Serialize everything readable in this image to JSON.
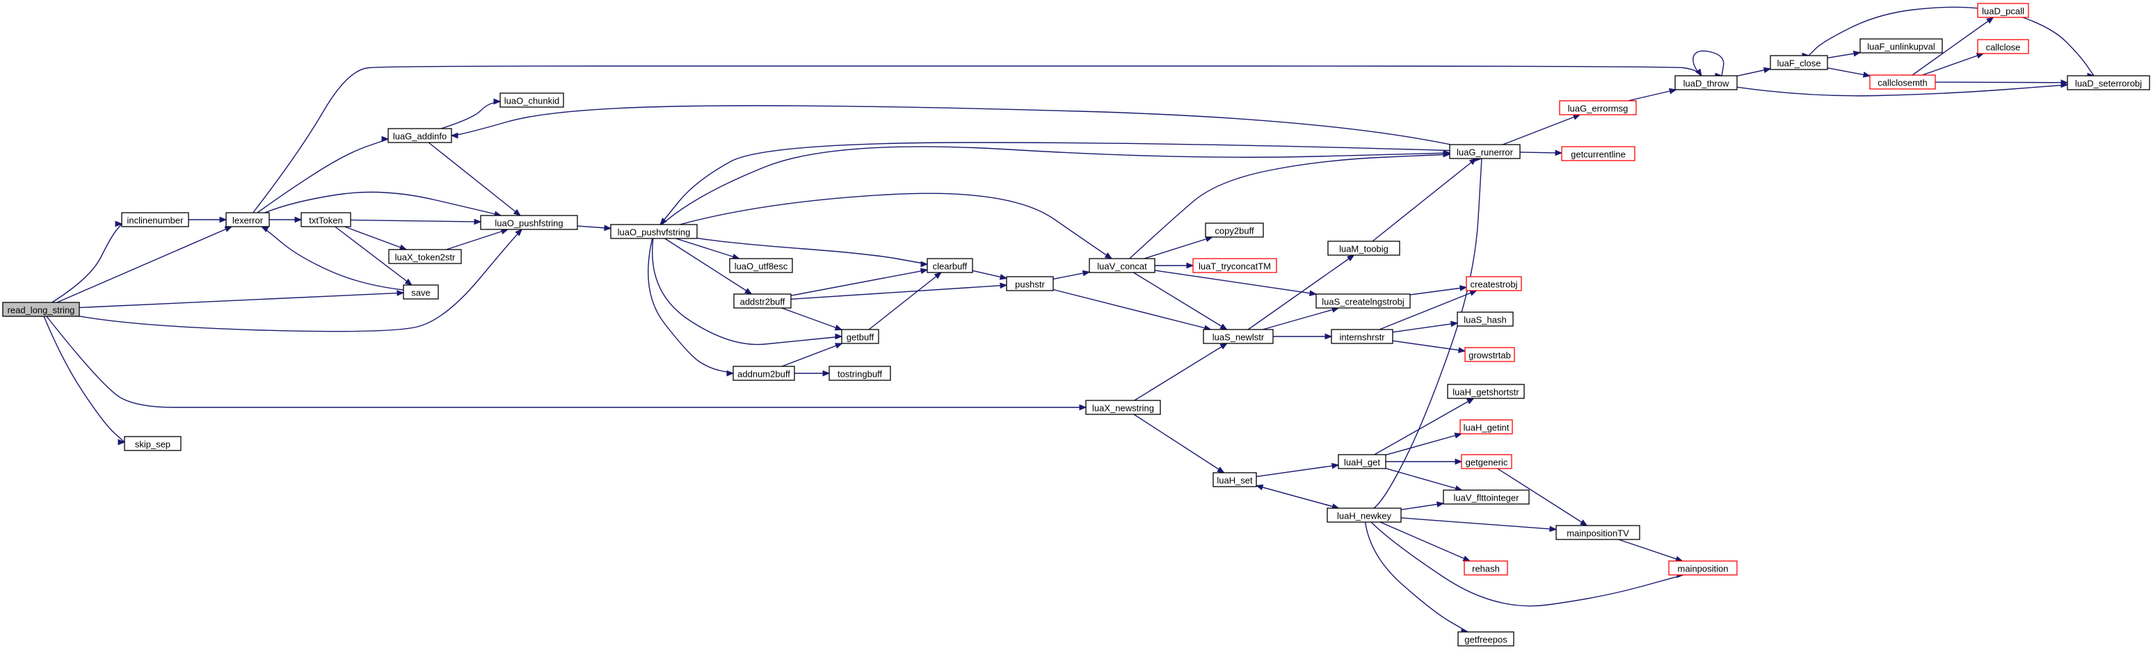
{
  "colors": {
    "edge": "#191970",
    "root_fill": "#bfbfbf",
    "node_border": "#000000",
    "truncated_border": "#ff0000"
  },
  "nodes": [
    {
      "id": "read_long_string",
      "label": "read_long_string",
      "root": true
    },
    {
      "id": "inclinenumber",
      "label": "inclinenumber"
    },
    {
      "id": "lexerror",
      "label": "lexerror"
    },
    {
      "id": "save",
      "label": "save"
    },
    {
      "id": "skip_sep",
      "label": "skip_sep"
    },
    {
      "id": "txtToken",
      "label": "txtToken"
    },
    {
      "id": "luaG_addinfo",
      "label": "luaG_addinfo"
    },
    {
      "id": "luaO_chunkid",
      "label": "luaO_chunkid"
    },
    {
      "id": "luaO_pushfstring",
      "label": "luaO_pushfstring"
    },
    {
      "id": "luaX_token2str",
      "label": "luaX_token2str"
    },
    {
      "id": "luaO_pushvfstring",
      "label": "luaO_pushvfstring"
    },
    {
      "id": "luaO_utf8esc",
      "label": "luaO_utf8esc"
    },
    {
      "id": "addstr2buff",
      "label": "addstr2buff"
    },
    {
      "id": "addnum2buff",
      "label": "addnum2buff"
    },
    {
      "id": "tostringbuff",
      "label": "tostringbuff"
    },
    {
      "id": "clearbuff",
      "label": "clearbuff"
    },
    {
      "id": "getbuff",
      "label": "getbuff"
    },
    {
      "id": "pushstr",
      "label": "pushstr"
    },
    {
      "id": "luaV_concat",
      "label": "luaV_concat"
    },
    {
      "id": "copy2buff",
      "label": "copy2buff"
    },
    {
      "id": "luaT_tryconcatTM",
      "label": "luaT_tryconcatTM",
      "truncated": true
    },
    {
      "id": "luaX_newstring",
      "label": "luaX_newstring"
    },
    {
      "id": "luaS_newlstr",
      "label": "luaS_newlstr"
    },
    {
      "id": "luaH_set",
      "label": "luaH_set"
    },
    {
      "id": "luaM_toobig",
      "label": "luaM_toobig"
    },
    {
      "id": "luaS_createlngstrobj",
      "label": "luaS_createlngstrobj"
    },
    {
      "id": "internshrstr",
      "label": "internshrstr"
    },
    {
      "id": "luaH_get",
      "label": "luaH_get"
    },
    {
      "id": "luaH_newkey",
      "label": "luaH_newkey"
    },
    {
      "id": "luaG_runerror",
      "label": "luaG_runerror"
    },
    {
      "id": "luaG_errormsg",
      "label": "luaG_errormsg",
      "truncated": true
    },
    {
      "id": "getcurrentline",
      "label": "getcurrentline",
      "truncated": true
    },
    {
      "id": "createstrobj",
      "label": "createstrobj",
      "truncated": true
    },
    {
      "id": "luaS_hash",
      "label": "luaS_hash"
    },
    {
      "id": "growstrtab",
      "label": "growstrtab",
      "truncated": true
    },
    {
      "id": "luaH_getshortstr",
      "label": "luaH_getshortstr"
    },
    {
      "id": "luaH_getint",
      "label": "luaH_getint",
      "truncated": true
    },
    {
      "id": "getgeneric",
      "label": "getgeneric",
      "truncated": true
    },
    {
      "id": "luaV_flttointeger",
      "label": "luaV_flttointeger"
    },
    {
      "id": "mainpositionTV",
      "label": "mainpositionTV"
    },
    {
      "id": "rehash",
      "label": "rehash",
      "truncated": true
    },
    {
      "id": "getfreepos",
      "label": "getfreepos"
    },
    {
      "id": "mainposition",
      "label": "mainposition",
      "truncated": true
    },
    {
      "id": "luaD_throw",
      "label": "luaD_throw"
    },
    {
      "id": "luaF_close",
      "label": "luaF_close"
    },
    {
      "id": "luaF_unlinkupval",
      "label": "luaF_unlinkupval"
    },
    {
      "id": "callclosemth",
      "label": "callclosemth",
      "truncated": true
    },
    {
      "id": "luaD_pcall",
      "label": "luaD_pcall",
      "truncated": true
    },
    {
      "id": "callclose",
      "label": "callclose",
      "truncated": true
    },
    {
      "id": "luaD_seterrorobj",
      "label": "luaD_seterrorobj"
    }
  ],
  "edges": [
    {
      "from": "read_long_string",
      "to": "inclinenumber"
    },
    {
      "from": "read_long_string",
      "to": "lexerror"
    },
    {
      "from": "read_long_string",
      "to": "save"
    },
    {
      "from": "read_long_string",
      "to": "luaO_pushfstring"
    },
    {
      "from": "read_long_string",
      "to": "skip_sep"
    },
    {
      "from": "read_long_string",
      "to": "luaX_newstring"
    },
    {
      "from": "inclinenumber",
      "to": "lexerror"
    },
    {
      "from": "lexerror",
      "to": "luaD_throw"
    },
    {
      "from": "lexerror",
      "to": "luaG_addinfo"
    },
    {
      "from": "lexerror",
      "to": "luaO_pushfstring"
    },
    {
      "from": "lexerror",
      "to": "txtToken"
    },
    {
      "from": "save",
      "to": "lexerror"
    },
    {
      "from": "txtToken",
      "to": "luaO_pushfstring"
    },
    {
      "from": "txtToken",
      "to": "luaX_token2str"
    },
    {
      "from": "txtToken",
      "to": "save"
    },
    {
      "from": "luaG_addinfo",
      "to": "luaO_chunkid"
    },
    {
      "from": "luaG_addinfo",
      "to": "luaO_pushfstring"
    },
    {
      "from": "luaX_token2str",
      "to": "luaO_pushfstring"
    },
    {
      "from": "luaO_pushfstring",
      "to": "luaO_pushvfstring"
    },
    {
      "from": "luaO_pushvfstring",
      "to": "addnum2buff"
    },
    {
      "from": "luaO_pushvfstring",
      "to": "addstr2buff"
    },
    {
      "from": "luaO_pushvfstring",
      "to": "clearbuff"
    },
    {
      "from": "luaO_pushvfstring",
      "to": "getbuff"
    },
    {
      "from": "luaO_pushvfstring",
      "to": "luaG_runerror"
    },
    {
      "from": "luaO_pushvfstring",
      "to": "luaO_utf8esc"
    },
    {
      "from": "luaO_pushvfstring",
      "to": "luaV_concat"
    },
    {
      "from": "addstr2buff",
      "to": "clearbuff"
    },
    {
      "from": "addstr2buff",
      "to": "getbuff"
    },
    {
      "from": "addstr2buff",
      "to": "pushstr"
    },
    {
      "from": "addnum2buff",
      "to": "getbuff"
    },
    {
      "from": "addnum2buff",
      "to": "tostringbuff"
    },
    {
      "from": "getbuff",
      "to": "clearbuff"
    },
    {
      "from": "clearbuff",
      "to": "pushstr"
    },
    {
      "from": "pushstr",
      "to": "luaS_newlstr"
    },
    {
      "from": "pushstr",
      "to": "luaV_concat"
    },
    {
      "from": "luaV_concat",
      "to": "copy2buff"
    },
    {
      "from": "luaV_concat",
      "to": "luaG_runerror"
    },
    {
      "from": "luaV_concat",
      "to": "luaS_createlngstrobj"
    },
    {
      "from": "luaV_concat",
      "to": "luaS_newlstr"
    },
    {
      "from": "luaV_concat",
      "to": "luaT_tryconcatTM"
    },
    {
      "from": "luaX_newstring",
      "to": "luaH_set"
    },
    {
      "from": "luaX_newstring",
      "to": "luaS_newlstr"
    },
    {
      "from": "luaS_newlstr",
      "to": "internshrstr"
    },
    {
      "from": "luaS_newlstr",
      "to": "luaM_toobig"
    },
    {
      "from": "luaS_newlstr",
      "to": "luaS_createlngstrobj"
    },
    {
      "from": "luaM_toobig",
      "to": "luaG_runerror"
    },
    {
      "from": "luaS_createlngstrobj",
      "to": "createstrobj"
    },
    {
      "from": "internshrstr",
      "to": "createstrobj"
    },
    {
      "from": "internshrstr",
      "to": "growstrtab"
    },
    {
      "from": "internshrstr",
      "to": "luaS_hash"
    },
    {
      "from": "luaH_set",
      "to": "luaH_get"
    },
    {
      "from": "luaH_set",
      "to": "luaH_newkey"
    },
    {
      "from": "luaH_get",
      "to": "getgeneric"
    },
    {
      "from": "luaH_get",
      "to": "luaH_getint"
    },
    {
      "from": "luaH_get",
      "to": "luaH_getshortstr"
    },
    {
      "from": "luaH_get",
      "to": "luaV_flttointeger"
    },
    {
      "from": "luaH_newkey",
      "to": "getfreepos"
    },
    {
      "from": "luaH_newkey",
      "to": "luaG_runerror"
    },
    {
      "from": "luaH_newkey",
      "to": "luaH_set"
    },
    {
      "from": "luaH_newkey",
      "to": "luaV_flttointeger"
    },
    {
      "from": "luaH_newkey",
      "to": "mainposition"
    },
    {
      "from": "luaH_newkey",
      "to": "mainpositionTV"
    },
    {
      "from": "luaH_newkey",
      "to": "rehash"
    },
    {
      "from": "getgeneric",
      "to": "mainpositionTV"
    },
    {
      "from": "mainpositionTV",
      "to": "mainposition"
    },
    {
      "from": "luaG_runerror",
      "to": "getcurrentline"
    },
    {
      "from": "luaG_runerror",
      "to": "luaG_addinfo"
    },
    {
      "from": "luaG_runerror",
      "to": "luaG_errormsg"
    },
    {
      "from": "luaG_runerror",
      "to": "luaO_pushvfstring"
    },
    {
      "from": "luaG_errormsg",
      "to": "luaD_throw"
    },
    {
      "from": "luaD_throw",
      "to": "luaD_throw"
    },
    {
      "from": "luaD_throw",
      "to": "luaD_seterrorobj"
    },
    {
      "from": "luaD_throw",
      "to": "luaF_close"
    },
    {
      "from": "luaF_close",
      "to": "callclosemth"
    },
    {
      "from": "luaF_close",
      "to": "luaF_unlinkupval"
    },
    {
      "from": "callclosemth",
      "to": "callclose"
    },
    {
      "from": "callclosemth",
      "to": "luaD_pcall"
    },
    {
      "from": "callclosemth",
      "to": "luaD_seterrorobj"
    },
    {
      "from": "luaD_pcall",
      "to": "luaD_seterrorobj"
    },
    {
      "from": "luaD_pcall",
      "to": "luaF_close"
    }
  ]
}
